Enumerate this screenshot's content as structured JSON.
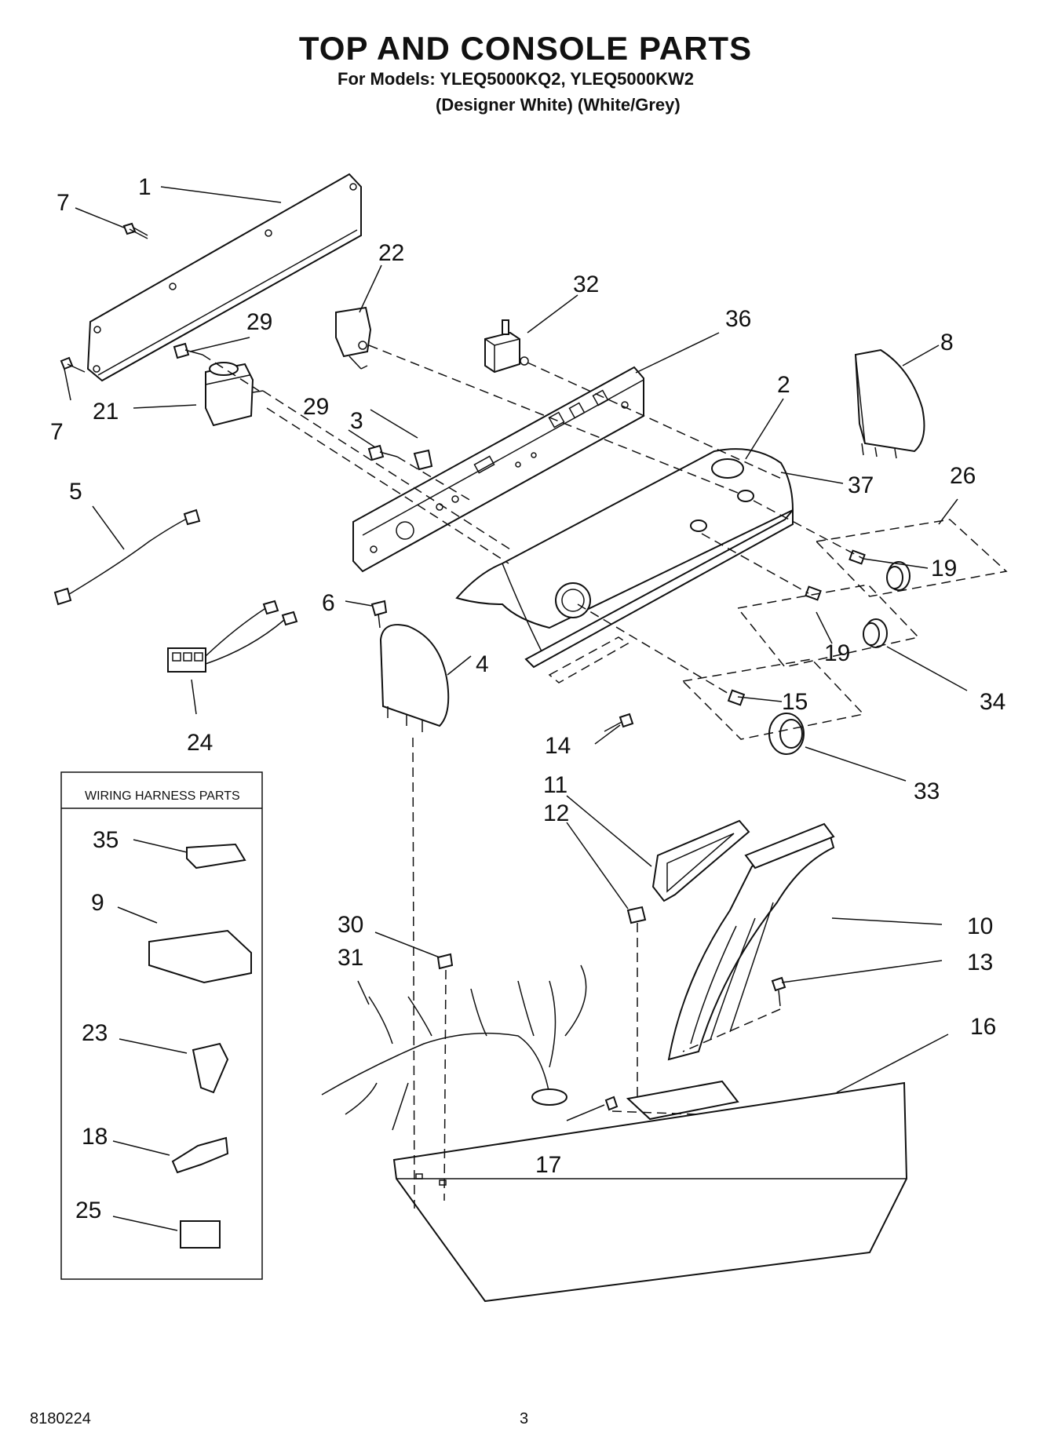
{
  "header": {
    "title": "TOP AND CONSOLE PARTS",
    "models_line": "For Models: YLEQ5000KQ2, YLEQ5000KW2",
    "colors_line": "(Designer White)   (White/Grey)"
  },
  "harness_box": {
    "title": "WIRING HARNESS PARTS"
  },
  "callouts": [
    "1",
    "7",
    "7",
    "21",
    "22",
    "29",
    "29",
    "3",
    "32",
    "36",
    "8",
    "2",
    "37",
    "26",
    "19",
    "19",
    "34",
    "5",
    "6",
    "4",
    "24",
    "15",
    "14",
    "33",
    "11",
    "12",
    "10",
    "13",
    "16",
    "17",
    "30",
    "31",
    "35",
    "9",
    "23",
    "18",
    "25"
  ],
  "footer": {
    "doc_number": "8180224",
    "page_number": "3"
  }
}
